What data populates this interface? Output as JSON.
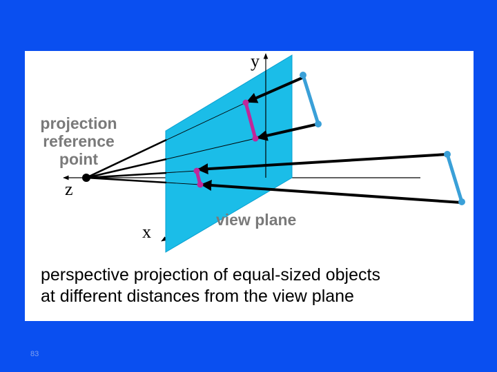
{
  "labels": {
    "projection_reference_point": [
      "projection",
      "reference",
      "point"
    ],
    "axis_y": "y",
    "axis_z": "z",
    "axis_x": "x",
    "view_plane": "view plane"
  },
  "caption": [
    "perspective projection of equal-sized objects",
    "at different distances from the view plane"
  ],
  "slide_number": "83",
  "colors": {
    "background": "#0a4ff0",
    "panel": "#ffffff",
    "view_plane": "#1bbde8",
    "view_plane_edge": "#0aa0d0",
    "object": "#3aa0d8",
    "projection": "#c0279a",
    "label_gray": "#7a7a7a",
    "line": "#000000"
  }
}
